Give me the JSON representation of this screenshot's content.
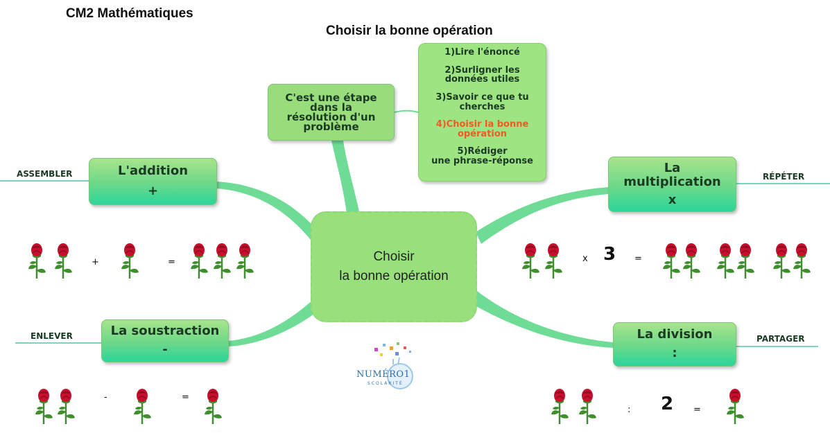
{
  "header": {
    "level_title": "CM2 Mathématiques",
    "main_title": "Choisir la bonne opération"
  },
  "center": {
    "line1": "Choisir",
    "line2": "la bonne opération"
  },
  "step_node": {
    "lines": [
      "C'est une étape",
      "dans la",
      "résolution d'un",
      "problème"
    ]
  },
  "steps": [
    {
      "line1": "1)Lire l'énoncé",
      "line2": ""
    },
    {
      "line1": "2)Surligner les",
      "line2": "données utiles"
    },
    {
      "line1": "3)Savoir ce que tu",
      "line2": "cherches"
    },
    {
      "line1": "4)Choisir la bonne",
      "line2": "opération"
    },
    {
      "line1": "5)Rédiger",
      "line2": "une phrase-réponse"
    }
  ],
  "operations": {
    "addition": {
      "name": "L'addition",
      "symbol": "+",
      "keyword": "ASSEMBLER",
      "expr_plus": "+",
      "expr_equals": "="
    },
    "soustraction": {
      "name": "La soustraction",
      "symbol": "-",
      "keyword": "ENLEVER",
      "expr_minus": "-",
      "expr_equals": "="
    },
    "multiplication": {
      "name_line1": "La",
      "name_line2": "multiplication",
      "symbol": "x",
      "keyword": "RÉPÉTER",
      "expr_times": "x",
      "expr_factor": "3",
      "expr_equals": "="
    },
    "division": {
      "name": "La division",
      "symbol": ":",
      "keyword": "PARTAGER",
      "expr_div": ":",
      "expr_divisor": "2",
      "expr_equals": "="
    }
  },
  "colors": {
    "branch": "#6fdc95",
    "active_step": "#f15a22",
    "rose_red": "#c8102e",
    "stem_green": "#3f8f2e"
  },
  "logo": {
    "text": "NUMÉRO1",
    "sub": "SCOLARITÉ"
  }
}
